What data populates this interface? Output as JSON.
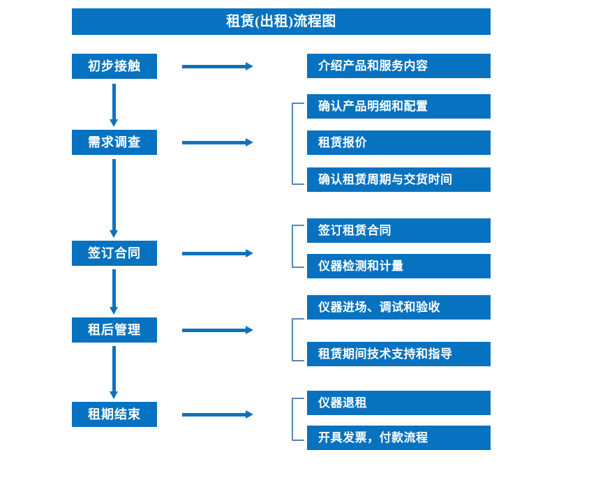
{
  "title": {
    "text": "租赁(出租)流程图"
  },
  "colors": {
    "box_blue": "#0672C0",
    "arrow_blue": "#0A73BE",
    "bracket_blue": "#5B85B4",
    "text_white": "#FFFFFF",
    "background": "#FFFFFF"
  },
  "stages": [
    {
      "id": "initial-contact",
      "label": "初步接触",
      "details": [
        "介绍产品和服务内容"
      ],
      "bracketed": false
    },
    {
      "id": "demand-survey",
      "label": "需求调查",
      "details": [
        "确认产品明细和配置",
        "租赁报价",
        "确认租赁周期与交货时间"
      ],
      "bracketed": true
    },
    {
      "id": "sign-contract",
      "label": "签订合同",
      "details": [
        "签订租赁合同",
        "仪器检测和计量"
      ],
      "bracketed": true
    },
    {
      "id": "post-rental-management",
      "label": "租后管理",
      "details": [
        "仪器进场、调试和验收",
        "租赁期间技术支持和指导"
      ],
      "bracketed": true
    },
    {
      "id": "lease-end",
      "label": "租期结束",
      "details": [
        "仪器退租",
        "开具发票，付款流程"
      ],
      "bracketed": true
    }
  ],
  "detail_boxes": [
    {
      "text": "介绍产品和服务内容"
    },
    {
      "text": "确认产品明细和配置"
    },
    {
      "text": "租赁报价"
    },
    {
      "text": "确认租赁周期与交货时间"
    },
    {
      "text": "签订租赁合同"
    },
    {
      "text": "仪器检测和计量"
    },
    {
      "text": "仪器进场、调试和验收"
    },
    {
      "text": "租赁期间技术支持和指导"
    },
    {
      "text": "仪器退租"
    },
    {
      "text": "开具发票，付款流程"
    }
  ],
  "stage_labels": [
    {
      "text": "初步接触"
    },
    {
      "text": "需求调查"
    },
    {
      "text": "签订合同"
    },
    {
      "text": "租后管理"
    },
    {
      "text": "租期结束"
    }
  ],
  "connectors": {
    "horizontal_arrow_count": 5,
    "vertical_arrow_count": 4,
    "bracket_count": 4
  }
}
